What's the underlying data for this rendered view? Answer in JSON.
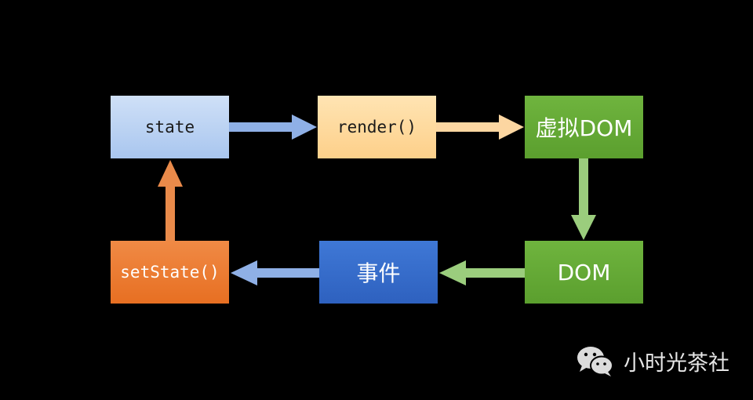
{
  "nodes": {
    "state": {
      "label": "state",
      "color": "#a9c6ef"
    },
    "render": {
      "label": "render()",
      "color": "#fdd08a"
    },
    "virtual_dom": {
      "label": "虚拟DOM",
      "color": "#5b9f2e"
    },
    "dom": {
      "label": "DOM",
      "color": "#5b9f2e"
    },
    "event": {
      "label": "事件",
      "color": "#2e61bf"
    },
    "setstate": {
      "label": "setState()",
      "color": "#e76f22"
    }
  },
  "edges": [
    {
      "from": "state",
      "to": "render",
      "color": "#8fb0e6"
    },
    {
      "from": "render",
      "to": "virtual_dom",
      "color": "#fcd6a1"
    },
    {
      "from": "virtual_dom",
      "to": "dom",
      "color": "#9bcd7d"
    },
    {
      "from": "dom",
      "to": "event",
      "color": "#9bcd7d"
    },
    {
      "from": "event",
      "to": "setstate",
      "color": "#8fb0e6"
    },
    {
      "from": "setstate",
      "to": "state",
      "color": "#e98a4a"
    }
  ],
  "watermark": {
    "text": "小时光茶社",
    "icon": "wechat-icon"
  }
}
